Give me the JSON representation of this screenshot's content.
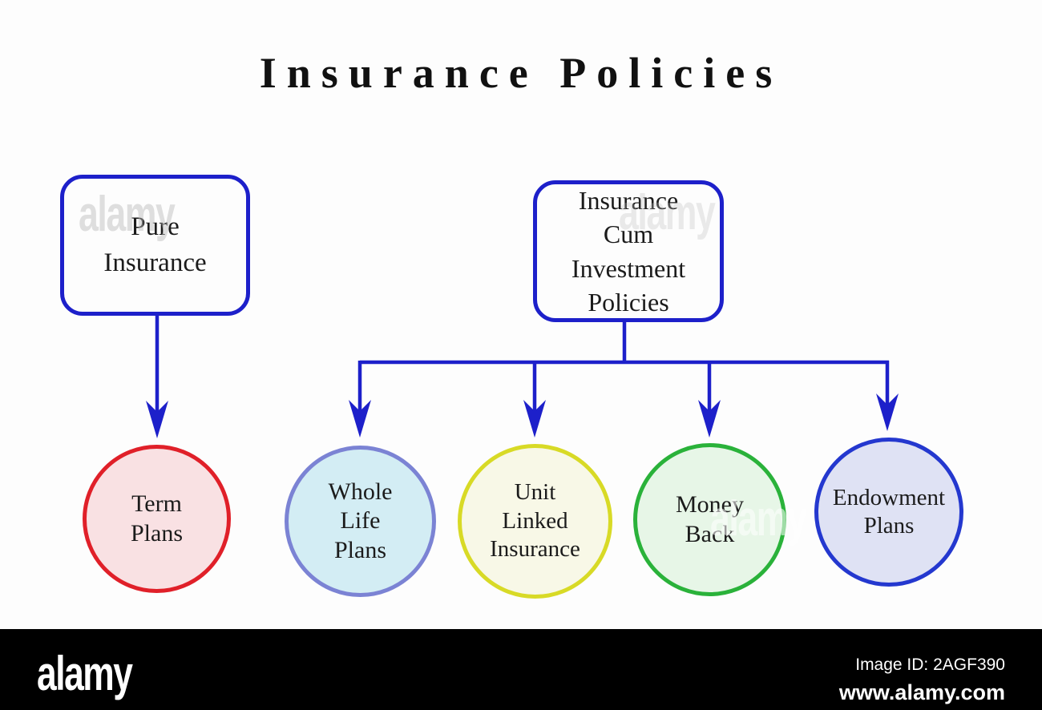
{
  "title": "Insurance Policies",
  "colors": {
    "connector_blue": "#1d20ca",
    "term_border": "#e02029",
    "term_fill": "#f9e1e3",
    "whole_border": "#7b83d4",
    "whole_fill": "#d3edf4",
    "unit_border": "#d8da26",
    "unit_fill": "#f8f8e7",
    "money_border": "#2ab23a",
    "money_fill": "#e7f6e7",
    "endow_border": "#2438cf",
    "endow_fill": "#dfe2f4"
  },
  "diagram": {
    "boxes": [
      {
        "id": "pure-insurance",
        "lines": [
          "Pure",
          "Insurance"
        ]
      },
      {
        "id": "insurance-cum-investment-policies",
        "lines": [
          "Insurance",
          "Cum",
          "Investment",
          "Policies"
        ]
      }
    ],
    "circles": [
      {
        "id": "term-plans",
        "lines": [
          "Term",
          "Plans"
        ]
      },
      {
        "id": "whole-life-plans",
        "lines": [
          "Whole",
          "Life",
          "Plans"
        ]
      },
      {
        "id": "unit-linked-insurance",
        "lines": [
          "Unit",
          "Linked",
          "Insurance"
        ]
      },
      {
        "id": "money-back",
        "lines": [
          "Money",
          "Back"
        ]
      },
      {
        "id": "endowment-plans",
        "lines": [
          "Endowment",
          "Plans"
        ]
      }
    ],
    "edges": [
      {
        "from": "pure-insurance",
        "to": "term-plans"
      },
      {
        "from": "insurance-cum-investment-policies",
        "to": "whole-life-plans"
      },
      {
        "from": "insurance-cum-investment-policies",
        "to": "unit-linked-insurance"
      },
      {
        "from": "insurance-cum-investment-policies",
        "to": "money-back"
      },
      {
        "from": "insurance-cum-investment-policies",
        "to": "endowment-plans"
      }
    ]
  },
  "watermark": {
    "brand": "alamy"
  },
  "footer": {
    "logo": "alamy",
    "image_id": "Image ID: 2AGF390",
    "url": "www.alamy.com"
  }
}
